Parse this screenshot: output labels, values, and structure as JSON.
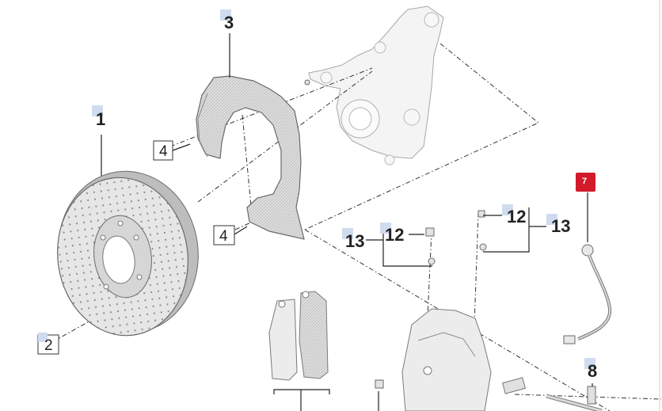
{
  "diagram": {
    "callouts": [
      {
        "id": "p1",
        "label": "1"
      },
      {
        "id": "p2",
        "label": "2"
      },
      {
        "id": "p3",
        "label": "3"
      },
      {
        "id": "p4a",
        "label": "4"
      },
      {
        "id": "p4b",
        "label": "4"
      },
      {
        "id": "p7",
        "label": "7"
      },
      {
        "id": "p8",
        "label": "8"
      },
      {
        "id": "p12a",
        "label": "12"
      },
      {
        "id": "p12b",
        "label": "12"
      },
      {
        "id": "p13a",
        "label": "13"
      },
      {
        "id": "p13b",
        "label": "13"
      }
    ],
    "highlight_color": "#d21a2a",
    "hint_color": "#cfdcef"
  }
}
